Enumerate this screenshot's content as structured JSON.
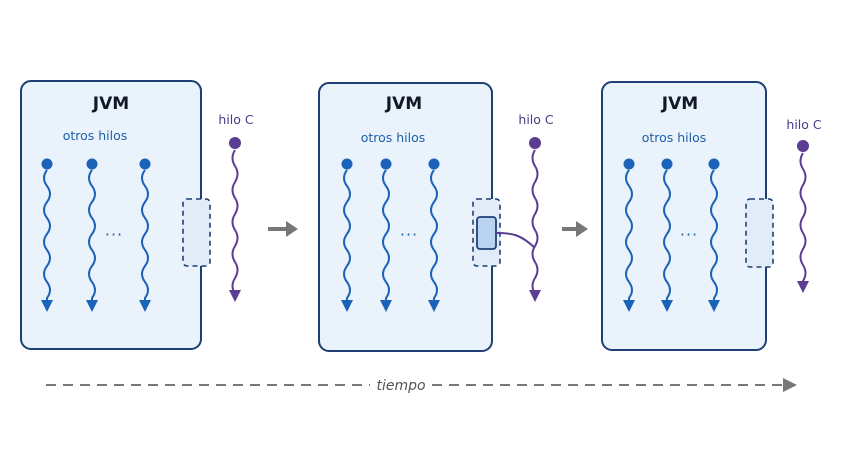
{
  "panels": [
    {
      "title": "JVM",
      "threads_label": "otros hilos",
      "ellipsis": "···",
      "external_thread_label": "hilo C",
      "state": "outside"
    },
    {
      "title": "JVM",
      "threads_label": "otros hilos",
      "ellipsis": "···",
      "external_thread_label": "hilo C",
      "state": "attached"
    },
    {
      "title": "JVM",
      "threads_label": "otros hilos",
      "ellipsis": "···",
      "external_thread_label": "hilo C",
      "state": "detached"
    }
  ],
  "timeline": {
    "label": "tiempo"
  },
  "colors": {
    "panel_fill": "#eaf3fc",
    "panel_stroke": "#1e3f73",
    "thread_blue": "#1a63b8",
    "thread_purple": "#5b3d93",
    "arrow_gray": "#777777"
  }
}
